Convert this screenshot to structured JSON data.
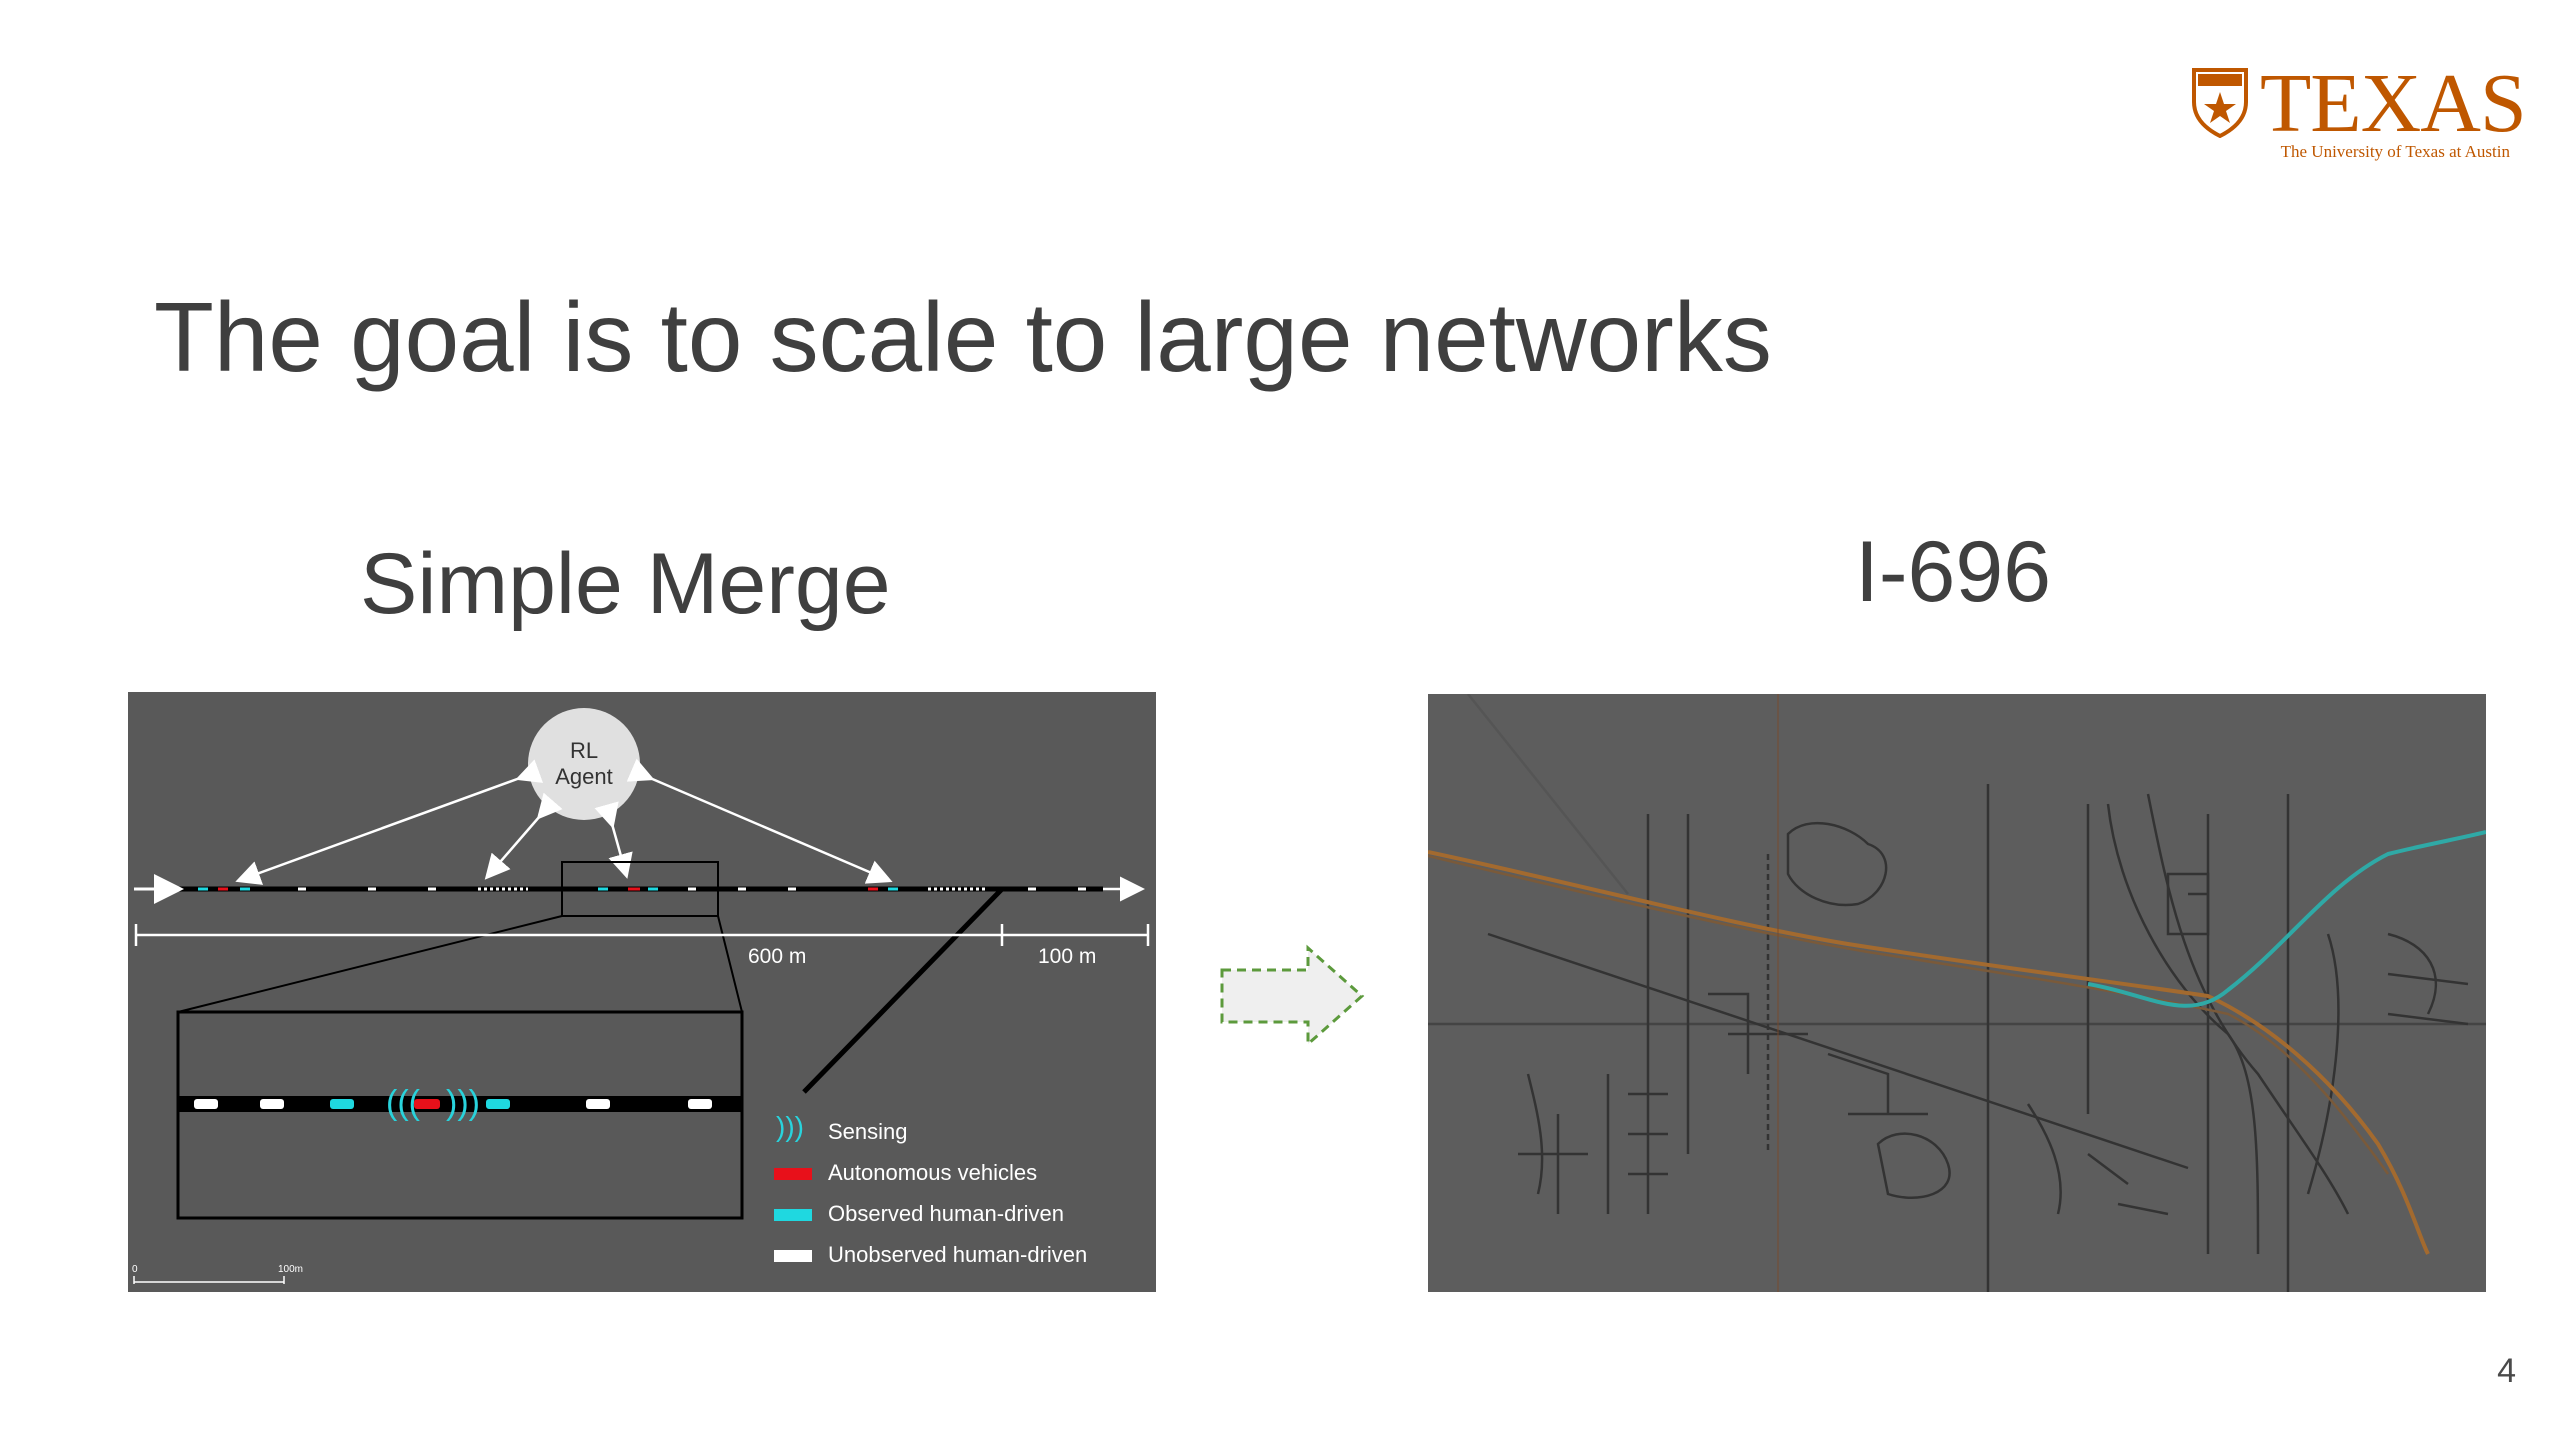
{
  "logo": {
    "wordmark": "TEXAS",
    "subtitle": "The University of Texas at Austin"
  },
  "slide": {
    "title": "The goal is to scale to large networks",
    "left_heading": "Simple Merge",
    "right_heading": "I-696",
    "page_number": "4"
  },
  "merge_figure": {
    "agent_label_line1": "RL",
    "agent_label_line2": "Agent",
    "distance_main": "600 m",
    "distance_merge": "100 m",
    "scale_start": "0",
    "scale_end": "100m",
    "legend": [
      {
        "label": "Sensing",
        "color": "#29d3dc"
      },
      {
        "label": "Autonomous vehicles",
        "color": "#e8101a"
      },
      {
        "label": "Observed human-driven",
        "color": "#1fd8e0"
      },
      {
        "label": "Unobserved human-driven",
        "color": "#ffffff"
      }
    ]
  },
  "colors": {
    "brand": "#bf5700",
    "panel": "#595959",
    "arrow_border": "#5c9a3c"
  }
}
